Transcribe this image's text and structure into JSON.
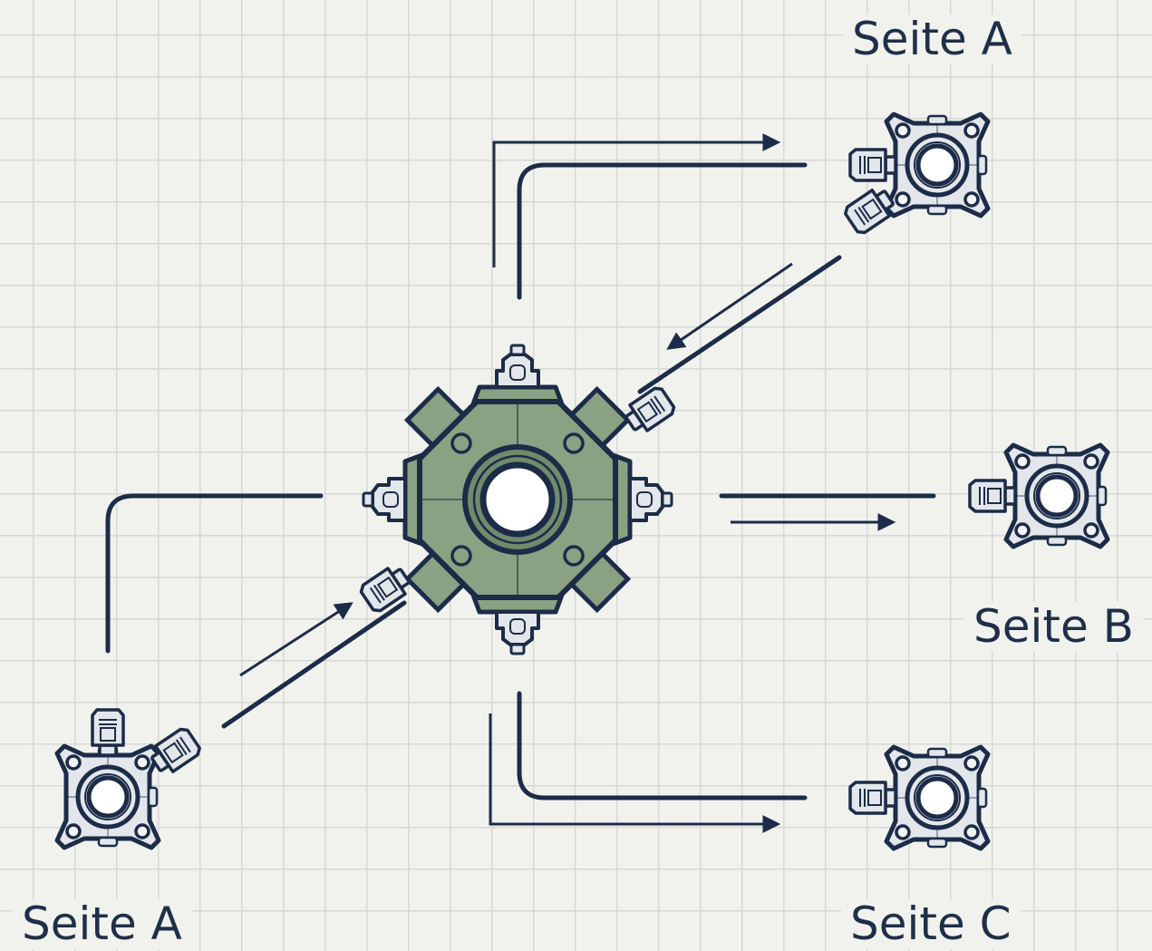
{
  "colors": {
    "line": "#1c2c48",
    "hub_fill": "#8aa183",
    "hub_dark": "#708a6c",
    "node_fill": "#e3e6ea",
    "background": "#f1f2ee",
    "grid": "#d6d8d6"
  },
  "icons": {
    "hub": "gear-hub-icon",
    "site": "flange-node-icon",
    "connector": "plug-connector-icon",
    "arrow": "direction-arrow-icon"
  },
  "labels": {
    "top_right": "Seite A",
    "right": "Seite B",
    "bottom_left": "Seite A",
    "bottom_right": "Seite C"
  }
}
